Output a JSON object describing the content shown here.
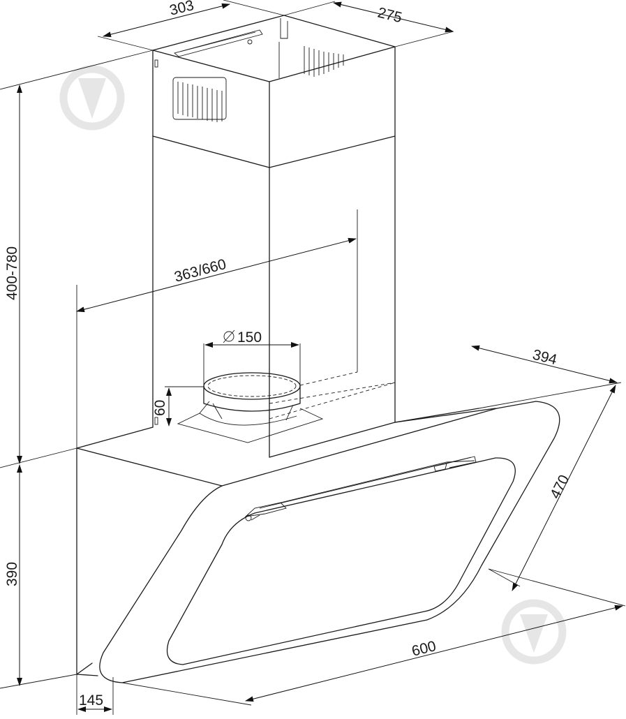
{
  "dimensions": {
    "chimney_width": "303",
    "chimney_depth": "275",
    "chimney_height": "400-780",
    "mount_width": "363/660",
    "duct_diameter": "150",
    "duct_height": "60",
    "hood_depth": "394",
    "panel_length": "470",
    "hood_height": "390",
    "hood_width": "600",
    "base_depth": "145"
  },
  "symbols": {
    "diameter": "diameter-symbol",
    "watermark": "pin-drop-logo"
  }
}
